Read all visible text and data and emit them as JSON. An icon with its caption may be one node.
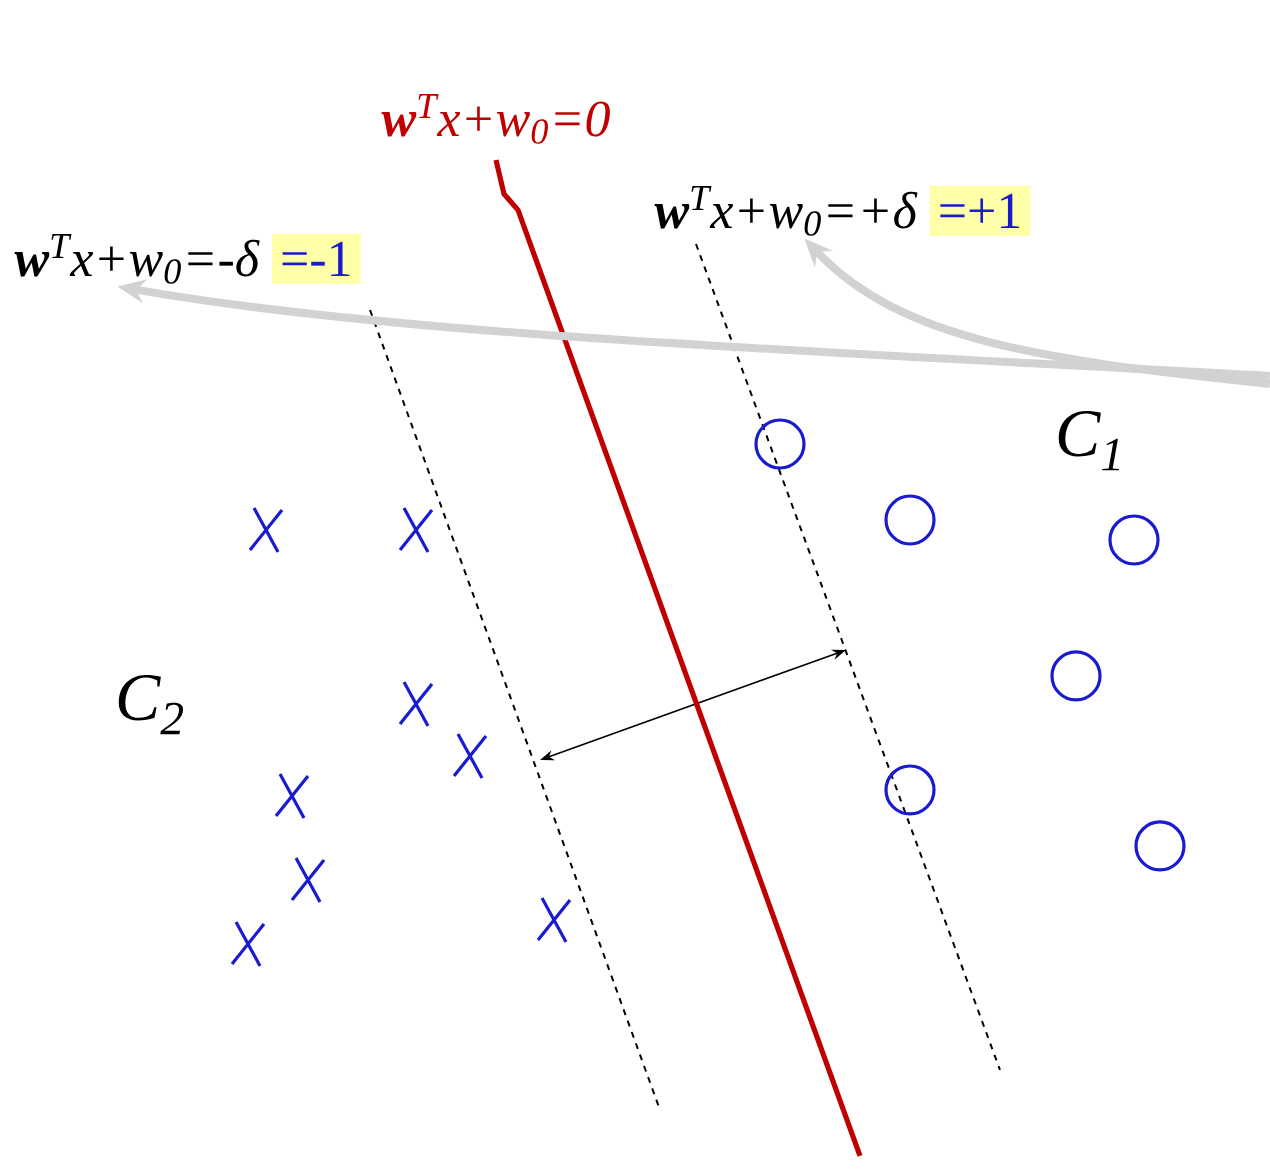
{
  "diagram": {
    "nodes": [
      {
        "text": [
          "**w**$^{T}$x+w$_{0}$=-δ",
          "=-1"
        ]
      },
      {
        "text": [
          "**w**$^{T}$x+w$_{0}$=+δ",
          "=+1"
        ]
      }
    ],
    "edges": [
      {
        "from": null,
        "to": 0,
        "arrow": "to"
      },
      {
        "from": null,
        "to": 1,
        "arrow": "to"
      }
    ],
    "labels": [
      "**w**$^{T}$x+w$_{0}$=0",
      "C$_{1}$",
      "C$_{2}$"
    ]
  }
}
